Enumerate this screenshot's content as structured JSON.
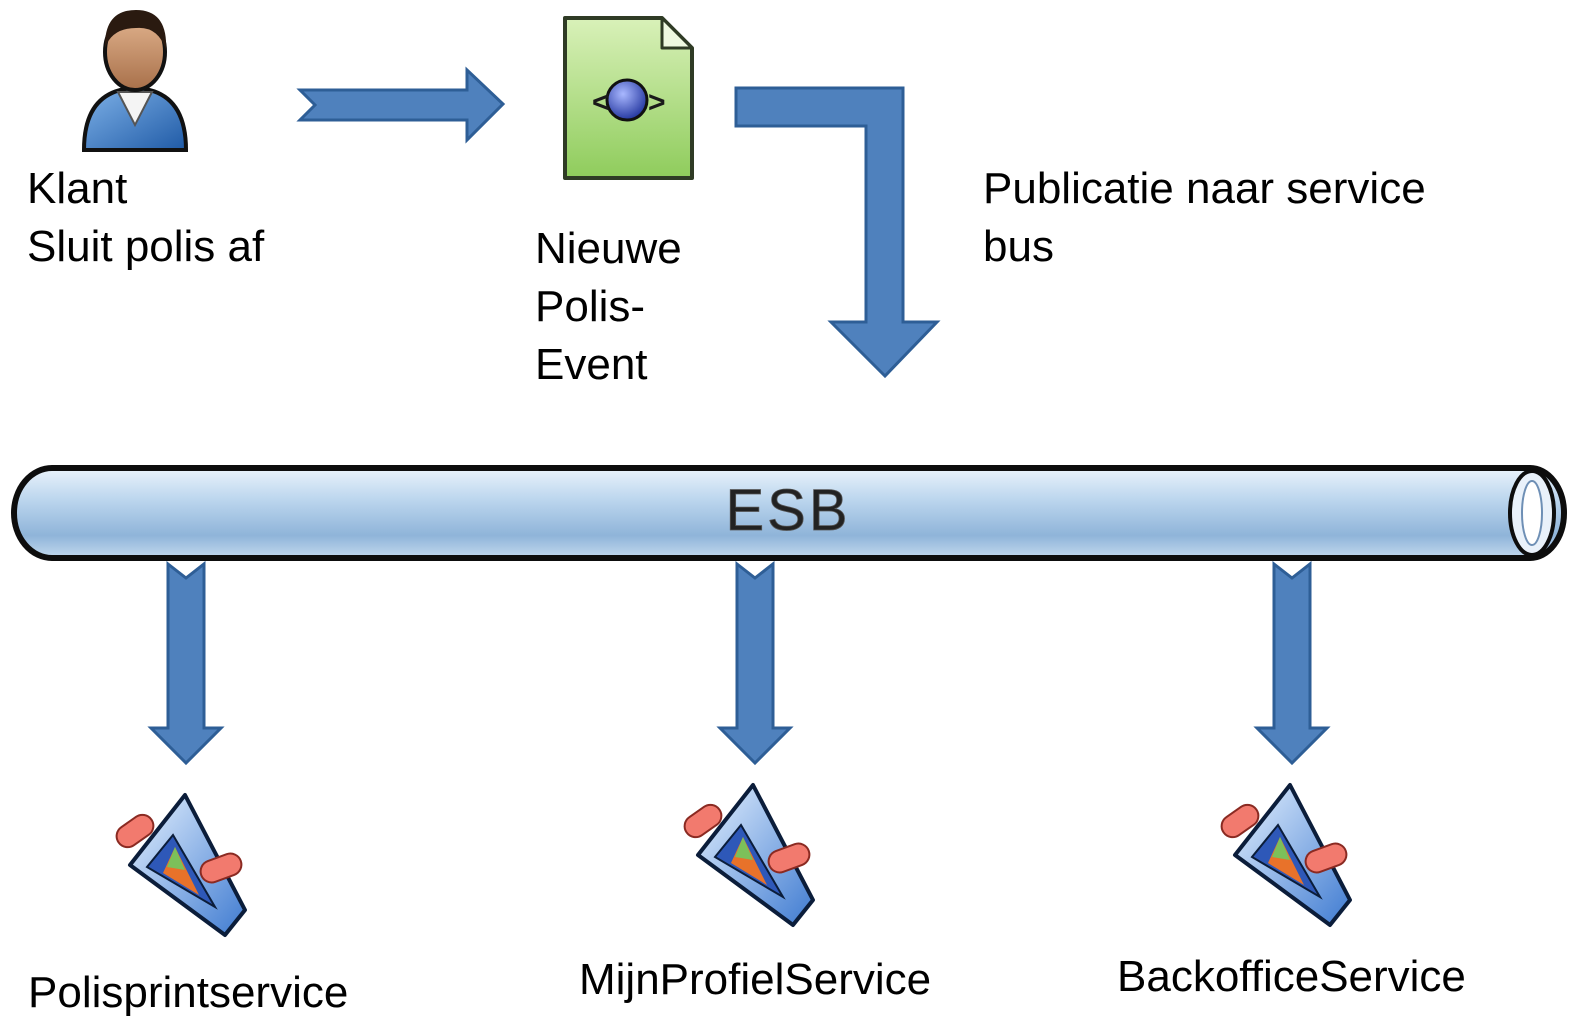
{
  "colors": {
    "arrow_fill": "#4f81bd",
    "arrow_stroke": "#2e5e96",
    "bus_fill": "#b5cde6",
    "bus_stroke": "#0d0d0d",
    "document_fill": "#b8e08c"
  },
  "actor": {
    "icon": "person-icon",
    "line1": "Klant",
    "line2": "Sluit polis af"
  },
  "event": {
    "icon": "xml-document-icon",
    "line1": "Nieuwe",
    "line2": "Polis-",
    "line3": "Event"
  },
  "publish": {
    "line1": "Publicatie naar service",
    "line2": "bus"
  },
  "bus": {
    "label": "ESB"
  },
  "services": [
    {
      "icon": "service-component-icon",
      "label": "Polisprintservice"
    },
    {
      "icon": "service-component-icon",
      "label": "MijnProfielService"
    },
    {
      "icon": "service-component-icon",
      "label": "BackofficeService"
    }
  ]
}
